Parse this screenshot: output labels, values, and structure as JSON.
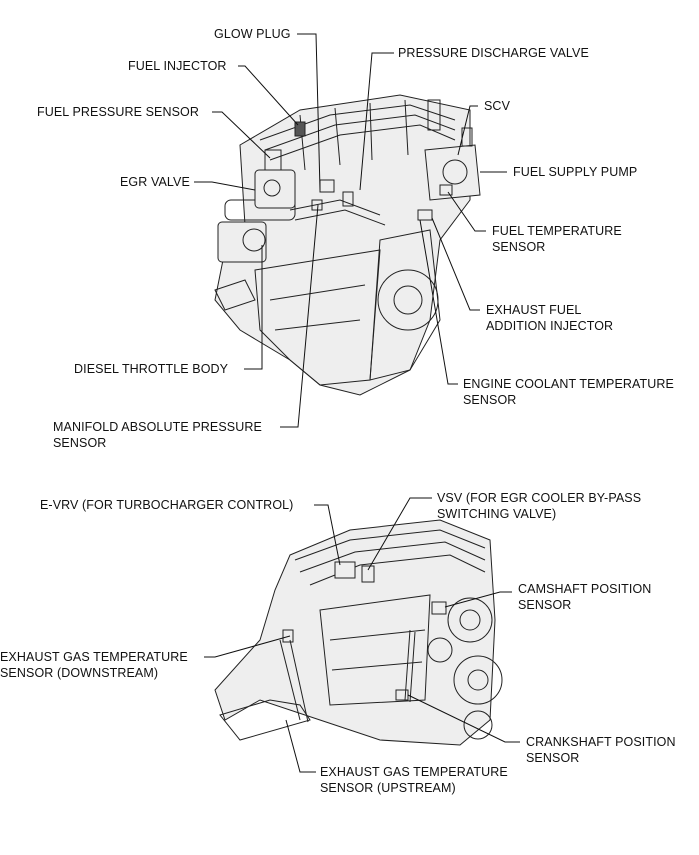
{
  "labels": {
    "glow_plug": "GLOW PLUG",
    "pressure_discharge_valve": "PRESSURE DISCHARGE VALVE",
    "fuel_injector": "FUEL INJECTOR",
    "scv": "SCV",
    "fuel_pressure_sensor": "FUEL PRESSURE SENSOR",
    "fuel_supply_pump": "FUEL SUPPLY PUMP",
    "egr_valve": "EGR VALVE",
    "fuel_temperature_sensor_1": "FUEL TEMPERATURE",
    "fuel_temperature_sensor_2": "SENSOR",
    "exhaust_fuel_addition_injector_1": "EXHAUST FUEL",
    "exhaust_fuel_addition_injector_2": "ADDITION INJECTOR",
    "diesel_throttle_body": "DIESEL THROTTLE BODY",
    "engine_coolant_temperature_sensor_1": "ENGINE COOLANT TEMPERATURE",
    "engine_coolant_temperature_sensor_2": "SENSOR",
    "manifold_absolute_pressure_sensor_1": "MANIFOLD ABSOLUTE PRESSURE",
    "manifold_absolute_pressure_sensor_2": "SENSOR",
    "e_vrv": "E-VRV (FOR TURBOCHARGER CONTROL)",
    "vsv_1": "VSV (FOR EGR COOLER BY-PASS",
    "vsv_2": "SWITCHING VALVE)",
    "camshaft_position_sensor_1": "CAMSHAFT POSITION",
    "camshaft_position_sensor_2": "SENSOR",
    "exhaust_gas_temp_downstream_1": "EXHAUST GAS TEMPERATURE",
    "exhaust_gas_temp_downstream_2": "SENSOR (DOWNSTREAM)",
    "crankshaft_position_sensor_1": "CRANKSHAFT POSITION",
    "crankshaft_position_sensor_2": "SENSOR",
    "exhaust_gas_temp_upstream_1": "EXHAUST GAS TEMPERATURE",
    "exhaust_gas_temp_upstream_2": "SENSOR (UPSTREAM)"
  },
  "colors": {
    "line": "#111111",
    "background": "#ffffff"
  }
}
